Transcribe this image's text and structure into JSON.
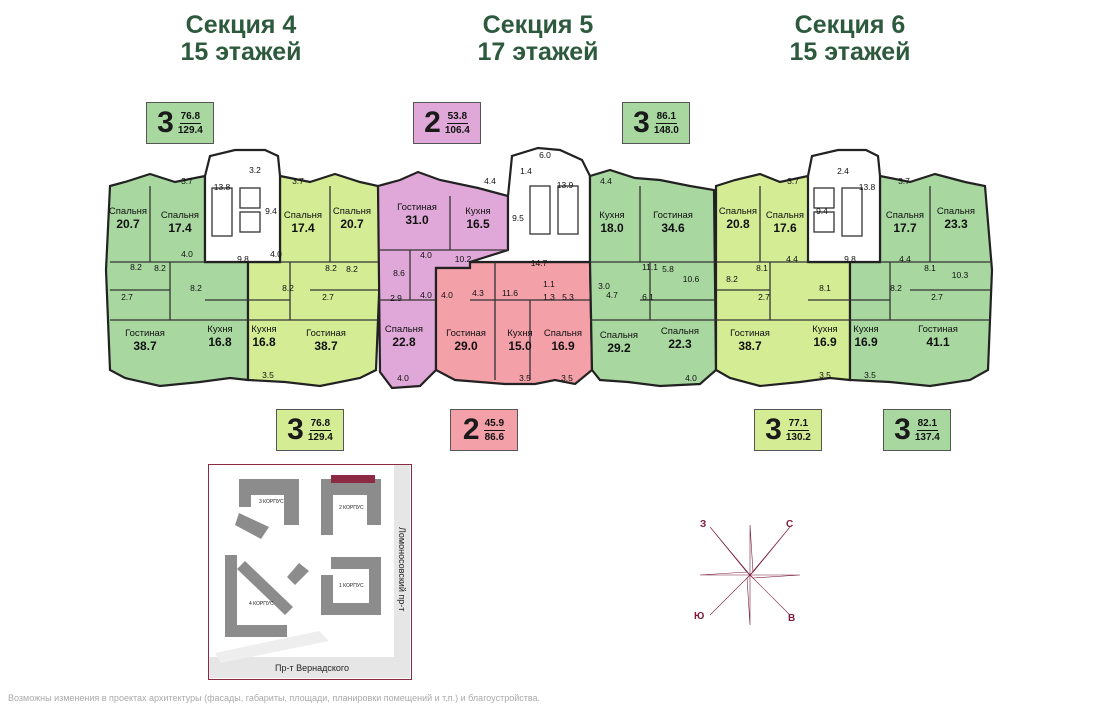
{
  "sections": [
    {
      "title_line1": "Секция 4",
      "title_line2": "15 этажей"
    },
    {
      "title_line1": "Секция 5",
      "title_line2": "17 этажей"
    },
    {
      "title_line1": "Секция 6",
      "title_line2": "15 этажей"
    }
  ],
  "badges": [
    {
      "rooms": "3",
      "living": "76.8",
      "total": "129.4",
      "color": "#a8d8a0"
    },
    {
      "rooms": "2",
      "living": "53.8",
      "total": "106.4",
      "color": "#e0a8d8"
    },
    {
      "rooms": "3",
      "living": "86.1",
      "total": "148.0",
      "color": "#a8d8a0"
    },
    {
      "rooms": "3",
      "living": "76.8",
      "total": "129.4",
      "color": "#d4ec94"
    },
    {
      "rooms": "2",
      "living": "45.9",
      "total": "86.6",
      "color": "#f4a0a8"
    },
    {
      "rooms": "3",
      "living": "77.1",
      "total": "130.2",
      "color": "#d4ec94"
    },
    {
      "rooms": "3",
      "living": "82.1",
      "total": "137.4",
      "color": "#a8d8a0"
    }
  ],
  "rooms": {
    "s4a_bed1": {
      "name": "Спальня",
      "area": "20.7"
    },
    "s4a_bed2": {
      "name": "Спальня",
      "area": "17.4"
    },
    "s4a_liv": {
      "name": "Гостиная",
      "area": "38.7"
    },
    "s4a_kit": {
      "name": "Кухня",
      "area": "16.8"
    },
    "s4b_bed1": {
      "name": "Спальня",
      "area": "17.4"
    },
    "s4b_bed2": {
      "name": "Спальня",
      "area": "20.7"
    },
    "s4b_kit": {
      "name": "Кухня",
      "area": "16.8"
    },
    "s4b_liv": {
      "name": "Гостиная",
      "area": "38.7"
    },
    "s5a_liv": {
      "name": "Гостиная",
      "area": "31.0"
    },
    "s5a_kit": {
      "name": "Кухня",
      "area": "16.5"
    },
    "s5a_bed": {
      "name": "Спальня",
      "area": "22.8"
    },
    "s5b_liv": {
      "name": "Гостиная",
      "area": "29.0"
    },
    "s5b_kit": {
      "name": "Кухня",
      "area": "15.0"
    },
    "s5b_bed": {
      "name": "Спальня",
      "area": "16.9"
    },
    "s5c_kit": {
      "name": "Кухня",
      "area": "18.0"
    },
    "s5c_liv": {
      "name": "Гостиная",
      "area": "34.6"
    },
    "s5c_bed1": {
      "name": "Спальня",
      "area": "29.2"
    },
    "s5c_bed2": {
      "name": "Спальня",
      "area": "22.3"
    },
    "s6a_bed1": {
      "name": "Спальня",
      "area": "20.8"
    },
    "s6a_bed2": {
      "name": "Спальня",
      "area": "17.6"
    },
    "s6a_liv": {
      "name": "Гостиная",
      "area": "38.7"
    },
    "s6a_kit": {
      "name": "Кухня",
      "area": "16.9"
    },
    "s6b_bed1": {
      "name": "Спальня",
      "area": "17.7"
    },
    "s6b_bed2": {
      "name": "Спальня",
      "area": "23.3"
    },
    "s6b_kit": {
      "name": "Кухня",
      "area": "16.9"
    },
    "s6b_liv": {
      "name": "Гостиная",
      "area": "41.1"
    }
  },
  "small_areas": {
    "a01": "3.7",
    "a02": "13.8",
    "a03": "3.2",
    "a04": "3.7",
    "a05": "9.4",
    "a06": "8.2",
    "a07": "8.2",
    "a08": "4.0",
    "a09": "9.8",
    "a10": "4.0",
    "a11": "8.2",
    "a12": "8.2",
    "a13": "2.7",
    "a14": "8.2",
    "a15": "8.2",
    "a16": "2.7",
    "a17": "3.5",
    "a18": "4.4",
    "a19": "1.4",
    "a20": "13.9",
    "a21": "9.5",
    "a22": "6.0",
    "a23": "4.4",
    "a24": "8.6",
    "a25": "4.0",
    "a26": "10.2",
    "a27": "14.7",
    "a28": "2.9",
    "a29": "4.0",
    "a30": "4.0",
    "a31": "4.3",
    "a32": "11.6",
    "a33": "1.1",
    "a34": "1.3",
    "a35": "5.3",
    "a36": "4.0",
    "a37": "3.5",
    "a38": "3.5",
    "a39": "11.1",
    "a40": "5.8",
    "a41": "10.6",
    "a42": "3.0",
    "a43": "4.7",
    "a44": "6.1",
    "a45": "4.0",
    "a46": "3.7",
    "a47": "2.4",
    "a48": "13.8",
    "a49": "3.7",
    "a50": "9.4",
    "a51": "8.2",
    "a52": "8.1",
    "a53": "4.4",
    "a54": "9.8",
    "a55": "4.4",
    "a56": "8.1",
    "a57": "10.3",
    "a58": "2.7",
    "a59": "8.1",
    "a60": "8.2",
    "a61": "2.7",
    "a62": "3.5",
    "a63": "3.5"
  },
  "sitemap": {
    "street_bottom": "Пр-т Вернадского",
    "street_right": "Ломоносовский пр-т",
    "buildings": [
      "3 КОРПУС",
      "2 КОРПУС",
      "1 КОРПУС",
      "4 КОРПУС"
    ]
  },
  "compass": {
    "w": "З",
    "n": "С",
    "s": "Ю",
    "e": "В"
  },
  "footer": "Возможны изменения в проектах архитектуры (фасады, габариты, площади, планировки помещений и т.п.) и благоустройства.",
  "colors": {
    "green": "#a8d8a0",
    "lime": "#d4ec94",
    "pink": "#e0a8d8",
    "salmon": "#f4a0a8",
    "title": "#2d5a3d",
    "map_border": "#8b2a42"
  }
}
